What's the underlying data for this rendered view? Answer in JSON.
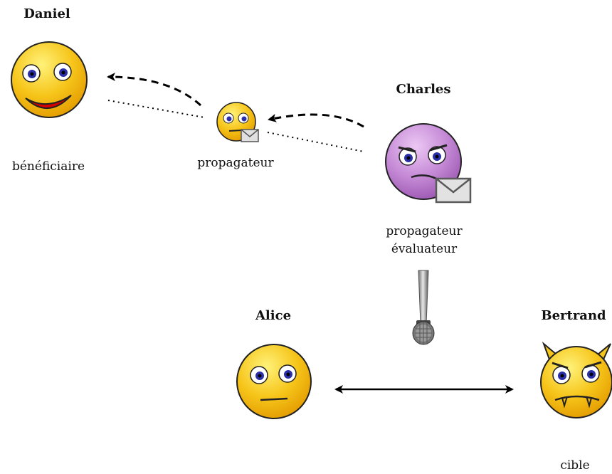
{
  "people": {
    "daniel": {
      "name": "Daniel",
      "role": "bénéficiaire"
    },
    "charles": {
      "name": "Charles",
      "role_line1": "propagateur",
      "role_line2": "évaluateur"
    },
    "alice": {
      "name": "Alice"
    },
    "bertrand": {
      "name": "Bertrand",
      "role": "cible"
    }
  },
  "middle": {
    "role": "propagateur"
  },
  "colors": {
    "yellow_face": "#f6c51a",
    "purple_face": "#c58ad6",
    "eye_iris": "#2a2fa8",
    "mouth_red": "#d40000"
  },
  "icons": [
    "smiley-happy",
    "smiley-neutral-envelope",
    "smiley-angry-envelope",
    "microphone",
    "smiley-neutral",
    "smiley-devil"
  ]
}
